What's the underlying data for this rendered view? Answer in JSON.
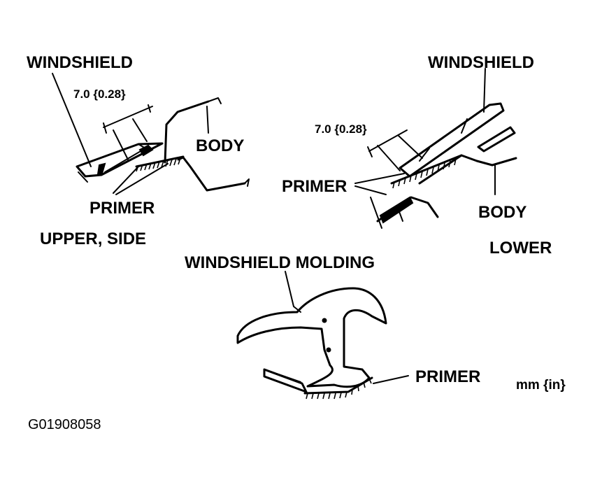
{
  "labels": {
    "upper_windshield": "WINDSHIELD",
    "upper_dimension": "7.0 {0.28}",
    "upper_body": "BODY",
    "upper_primer": "PRIMER",
    "upper_caption": "UPPER, SIDE",
    "lower_windshield": "WINDSHIELD",
    "lower_dimension": "7.0 {0.28}",
    "lower_primer": "PRIMER",
    "lower_body": "BODY",
    "lower_caption": "LOWER",
    "molding_title": "WINDSHIELD MOLDING",
    "molding_primer": "PRIMER",
    "units": "mm {in}",
    "figure_code": "G01908058"
  }
}
